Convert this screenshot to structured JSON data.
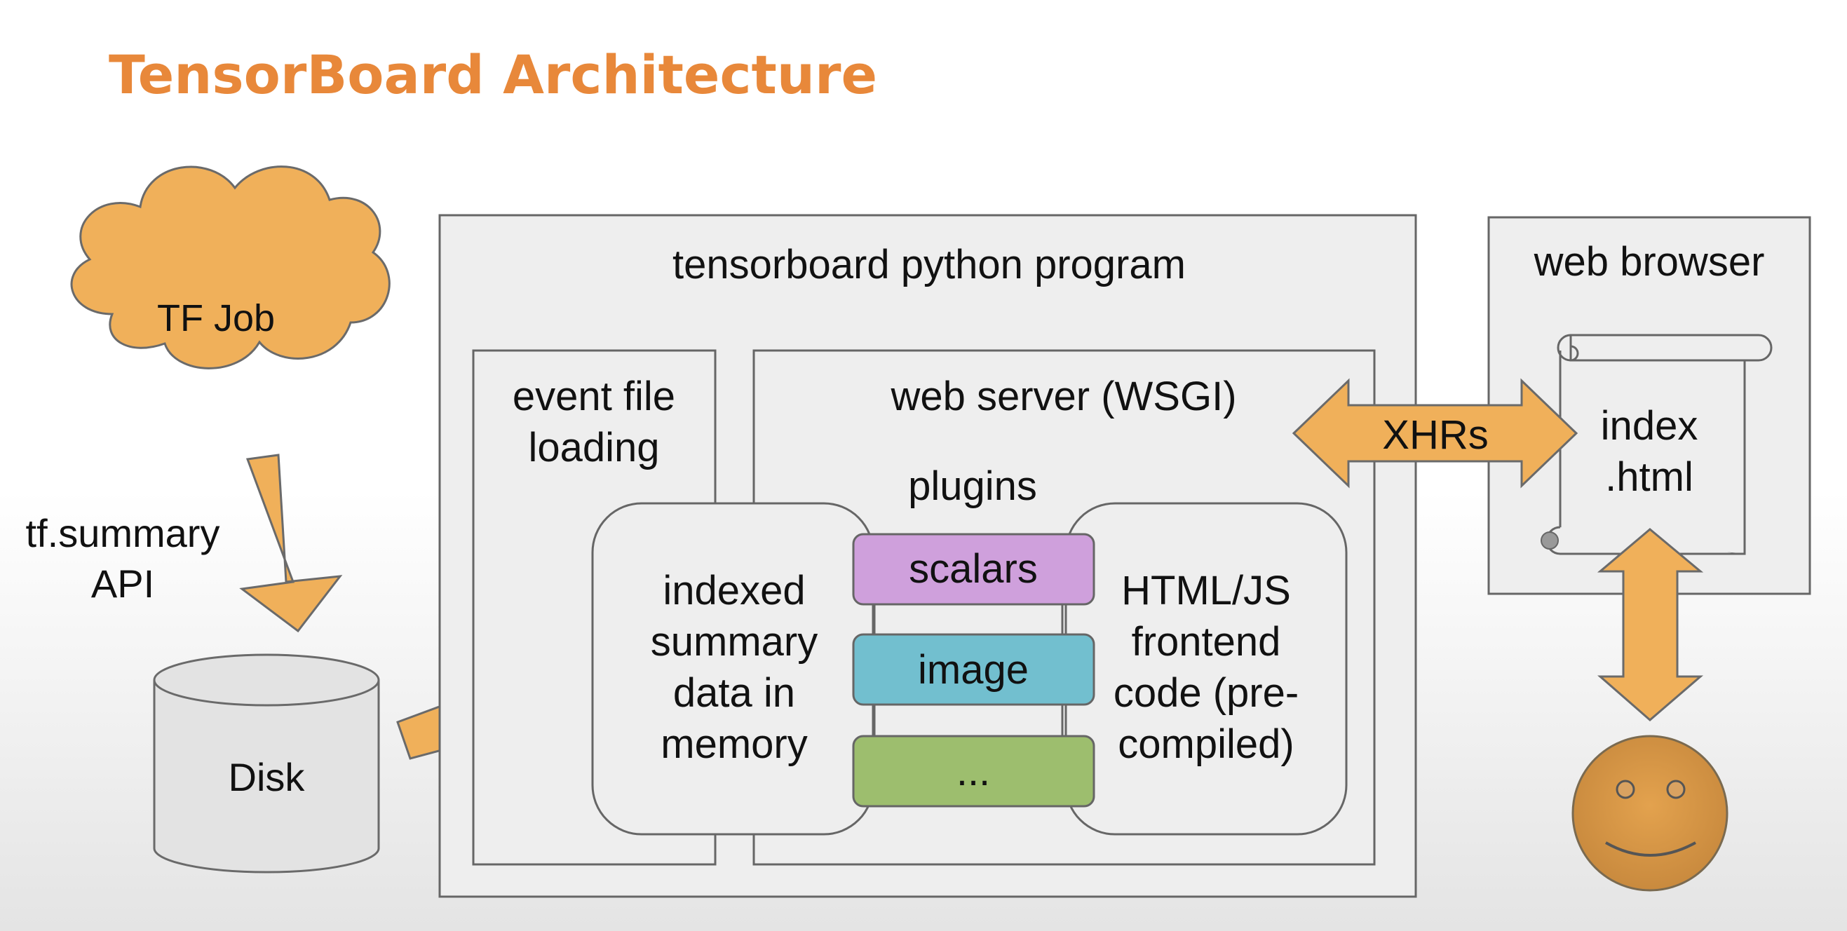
{
  "title": "TensorBoard Architecture",
  "colors": {
    "title": "#E8883A",
    "arrow": "#F0B05A",
    "box_fill": "#EEEEEE",
    "box_stroke": "#666666",
    "plugin_scalars": "#CFA0DC",
    "plugin_image": "#72BFCF",
    "plugin_more": "#9DBE6E"
  },
  "diagram": {
    "tf_job": {
      "label": "TF Job",
      "icon": "cloud-shape"
    },
    "summary_api": {
      "line1": "tf.summary",
      "line2": "API"
    },
    "disk": {
      "label": "Disk",
      "icon": "cylinder-shape"
    },
    "tensorboard_program": {
      "mono_label": "tensorboard",
      "label": " python program"
    },
    "event_file_loading": {
      "line1": "event file",
      "line2": "loading"
    },
    "web_server": {
      "label": "web server (WSGI)"
    },
    "plugins_label": "plugins",
    "indexed_summary": {
      "lines": [
        "indexed",
        "summary",
        "data in",
        "memory"
      ]
    },
    "plugins": [
      {
        "label": "scalars"
      },
      {
        "label": "image"
      },
      {
        "label": "..."
      }
    ],
    "frontend": {
      "lines": [
        "HTML/JS",
        "frontend",
        "code (pre-",
        "compiled)"
      ]
    },
    "xhrs": {
      "label": "XHRs"
    },
    "web_browser": {
      "label": "web browser"
    },
    "index_html": {
      "line1": "index",
      "line2": ".html",
      "icon": "scroll-icon"
    },
    "user": {
      "icon": "smiley-face-icon"
    }
  }
}
